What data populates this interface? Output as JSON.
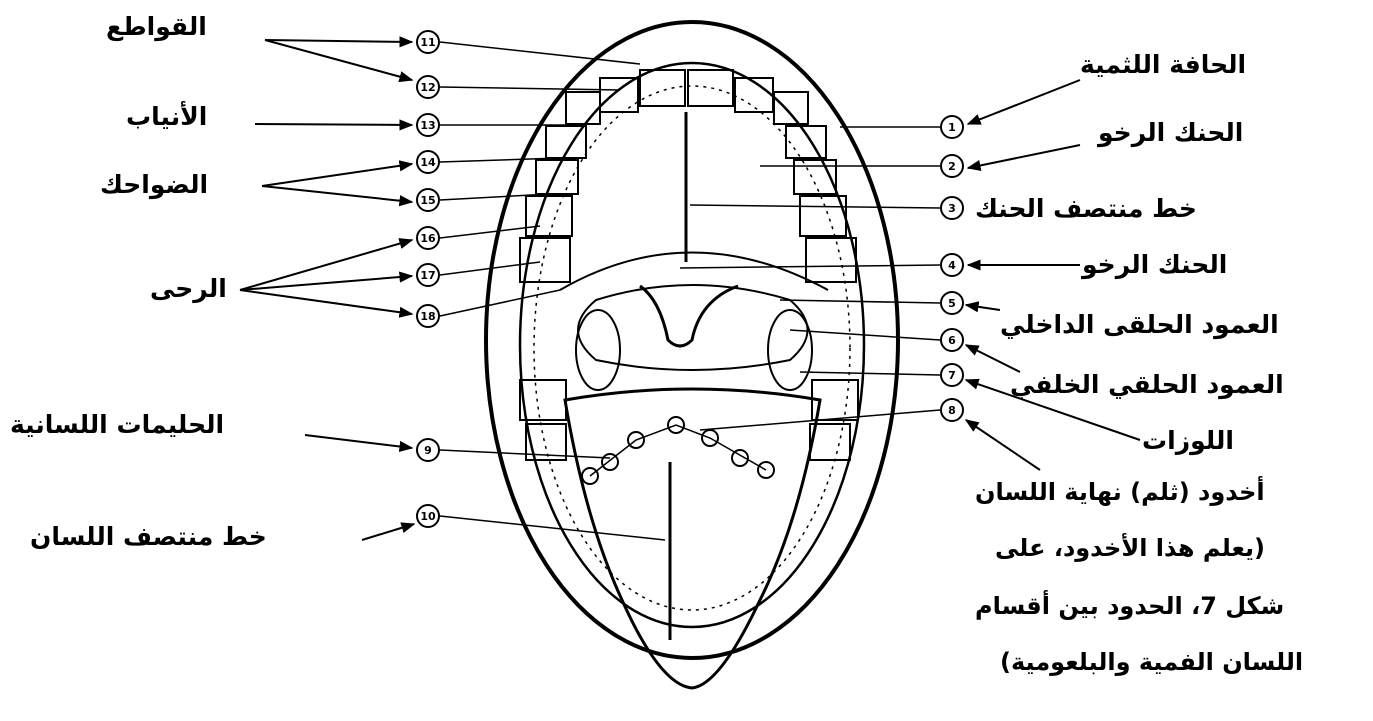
{
  "labels": {
    "incisors": "القواطع",
    "canines": "الأنياب",
    "premolars": "الضواحك",
    "molars": "الرحى",
    "lingual_papillae": "الحليمات اللسانية",
    "tongue_midline": "خط منتصف اللسان",
    "gum_line": "الحافة اللثمية",
    "soft_palate_1": "الحنك الرخو",
    "palate_midline": "خط منتصف الحنك",
    "soft_palate_2": "الحنك الرخو",
    "anterior_pillar": "العمود الحلقى الداخلي",
    "posterior_pillar": "العمود الحلقي الخلفي",
    "tonsils": "اللوزات",
    "note_line1": "أخدود (ثلم) نهاية اللسان",
    "note_line2": "(يعلم هذا الأخدود، على",
    "note_line3": "شكل 7، الحدود بين أقسام",
    "note_line4": "اللسان الفمية والبلعومية)"
  },
  "markers_right": [
    "1",
    "2",
    "3",
    "4",
    "5",
    "6",
    "7",
    "8"
  ],
  "markers_left": [
    "11",
    "12",
    "13",
    "14",
    "15",
    "16",
    "17",
    "18",
    "9",
    "10"
  ],
  "colors": {
    "ink": "#000000",
    "paper": "#ffffff"
  }
}
